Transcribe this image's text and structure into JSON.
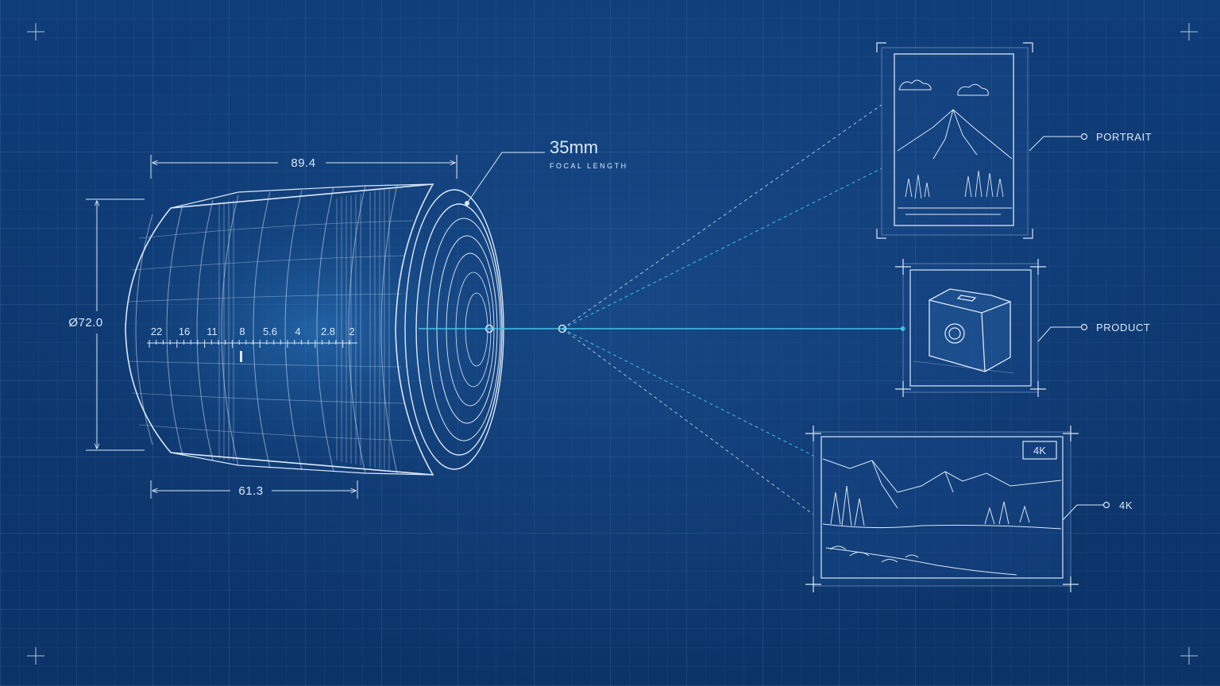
{
  "diagram": {
    "lens": {
      "focal_length": "35mm",
      "focal_length_caption": "FOCAL LENGTH",
      "dimensions": {
        "length_top": "89.4",
        "length_bottom": "61.3",
        "diameter": "Ø72.0"
      },
      "aperture_scale": [
        "22",
        "16",
        "11",
        "8",
        "5.6",
        "4",
        "2.8",
        "2"
      ]
    },
    "outputs": [
      {
        "label": "PORTRAIT"
      },
      {
        "label": "PRODUCT"
      },
      {
        "label": "4K",
        "badge": "4K"
      }
    ],
    "colors": {
      "background": "#0d3a72",
      "line": "#dbe8f7",
      "beam": "#3fc3ee"
    }
  }
}
